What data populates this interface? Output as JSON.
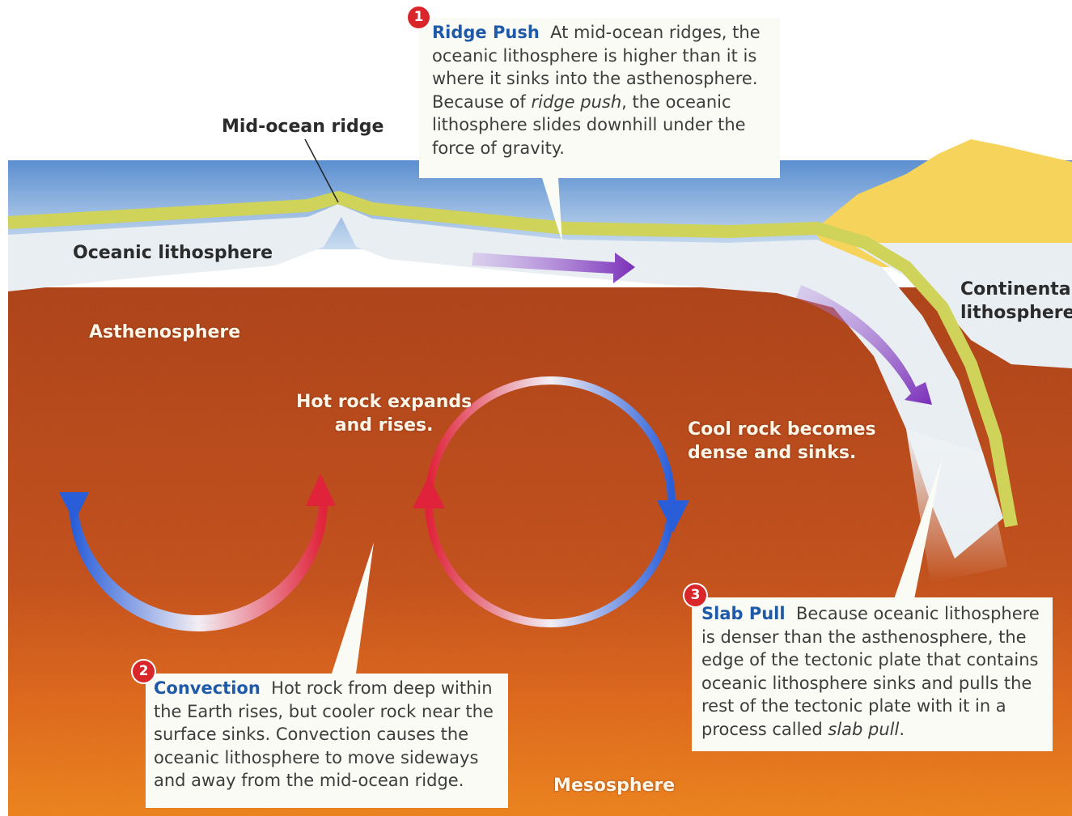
{
  "labels": {
    "mid_ocean_ridge": "Mid-ocean ridge",
    "oceanic_lithosphere": "Oceanic lithosphere",
    "asthenosphere": "Asthenosphere",
    "hot_rock_line1": "Hot rock expands",
    "hot_rock_line2": "and rises.",
    "cool_rock_line1": "Cool rock becomes",
    "cool_rock_line2": "dense and sinks.",
    "continental_line1": "Continental",
    "continental_line2": "lithosphere",
    "mesosphere": "Mesosphere"
  },
  "callouts": {
    "ridge_push": {
      "number": "1",
      "heading": "Ridge Push",
      "body_start": "At mid-ocean ridges, the oceanic lithosphere is higher than it is where it sinks into the asthenosphere. Because of ",
      "italic": "ridge push",
      "body_end": ", the oceanic lithosphere slides downhill under the force of gravity."
    },
    "convection": {
      "number": "2",
      "heading": "Convection",
      "body": "Hot rock from deep within the Earth rises, but cooler rock near the surface sinks. Convection causes the oceanic lithosphere to move sideways and away from the mid-ocean ridge."
    },
    "slab_pull": {
      "number": "3",
      "heading": "Slab Pull",
      "body_start": "Because oceanic lithosphere is denser than the asthenosphere, the edge of the tectonic plate that contains oceanic lithosphere sinks and pulls the rest of the tectonic plate with it in a process called ",
      "italic": "slab pull",
      "body_end": "."
    }
  },
  "colors": {
    "sky": "#a9c7e8",
    "mantle": "#b8401a",
    "mesosphere": "#e8661a",
    "lithosphere": "#e9eef2",
    "crust": "#cfd35a",
    "continent": "#f6d35a",
    "arrow": "#8b3fc4",
    "cool": "#2a5ed8",
    "hot": "#e0233a",
    "heading": "#1f5aa8",
    "badge": "#d9262a"
  }
}
